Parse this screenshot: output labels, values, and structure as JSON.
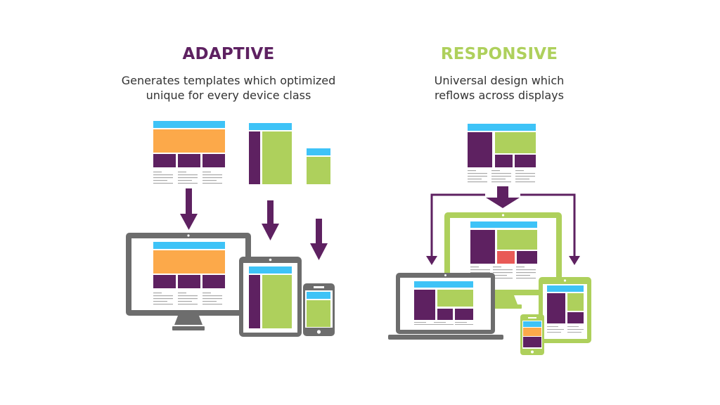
{
  "colors": {
    "purple": "#5e2161",
    "green": "#aed05c",
    "blue": "#3ec3f7",
    "orange": "#fca94a",
    "red": "#e95a57",
    "gray": "#6d6d6d",
    "text_line": "#a9a9a9"
  },
  "adaptive": {
    "title": "ADAPTIVE",
    "description_line1": "Generates templates which optimized",
    "description_line2": "unique for every device class",
    "templates": [
      "desktop-template",
      "tablet-template",
      "phone-template"
    ],
    "devices": [
      "desktop-monitor",
      "tablet",
      "smartphone"
    ]
  },
  "responsive": {
    "title": "RESPONSIVE",
    "description_line1": "Universal design which",
    "description_line2": "reflows across displays",
    "templates": [
      "universal-template"
    ],
    "devices": [
      "desktop-monitor",
      "laptop",
      "tablet",
      "smartphone"
    ]
  }
}
